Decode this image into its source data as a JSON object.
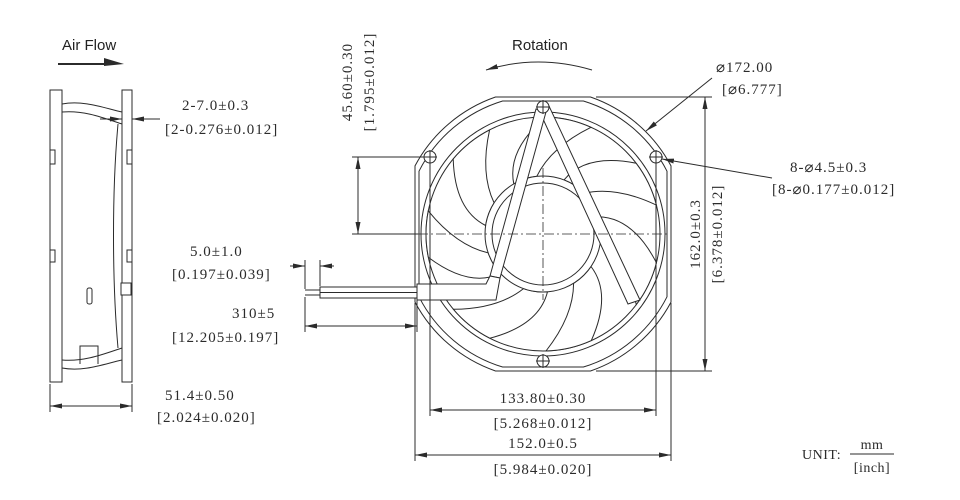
{
  "side_view": {
    "air_flow_label": "Air Flow",
    "flange": {
      "mm": "2-7.0±0.3",
      "inch": "[2-0.276±0.012]"
    },
    "depth": {
      "mm": "51.4±0.50",
      "inch": "[2.024±0.020]"
    }
  },
  "front_view": {
    "rotation_label": "Rotation",
    "frame_diameter": {
      "mm": "⌀172.00",
      "inch": "[⌀6.777]"
    },
    "mounting_holes": {
      "mm": "8-⌀4.5±0.3",
      "inch": "[8-⌀0.177±0.012]"
    },
    "hole_height_offset": {
      "mm": "45.60±0.30",
      "inch": "[1.795±0.012]"
    },
    "overall_height": {
      "mm": "162.0±0.3",
      "inch": "[6.378±0.012]"
    },
    "hole_spacing": {
      "mm": "133.80±0.30",
      "inch": "[5.268±0.012]"
    },
    "overall_width": {
      "mm": "152.0±0.5",
      "inch": "[5.984±0.020]"
    }
  },
  "lead_wire": {
    "strip_length": {
      "mm": "5.0±1.0",
      "inch": "[0.197±0.039]"
    },
    "length": {
      "mm": "310±5",
      "inch": "[12.205±0.197]"
    }
  },
  "unit": {
    "label": "UNIT:",
    "numerator": "mm",
    "denominator": "[inch]"
  },
  "colors": {
    "line": "#2b2b2b",
    "background": "#ffffff"
  }
}
